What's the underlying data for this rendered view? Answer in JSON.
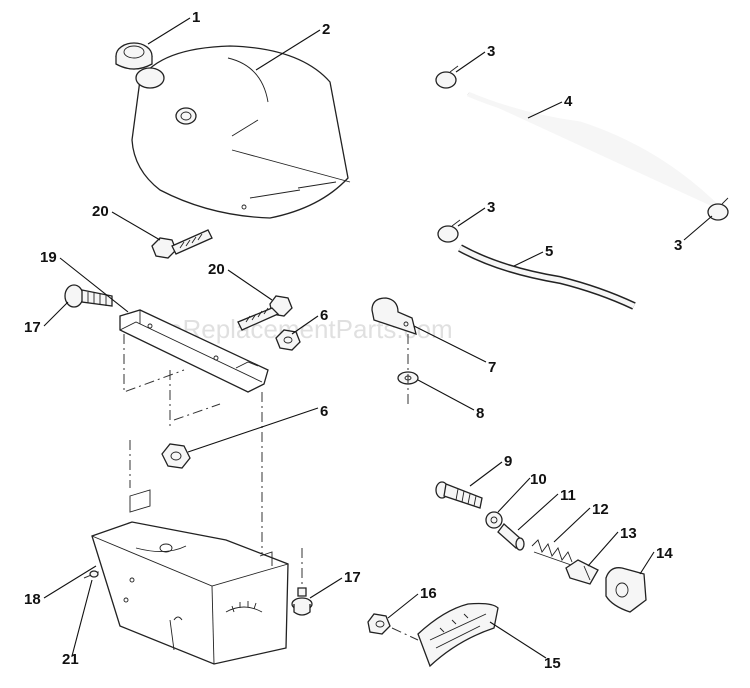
{
  "watermark": "eReplacementParts.com",
  "callouts": {
    "c1": "1",
    "c2": "2",
    "c3a": "3",
    "c3b": "3",
    "c3c": "3",
    "c4": "4",
    "c5": "5",
    "c6a": "6",
    "c6b": "6",
    "c7": "7",
    "c8": "8",
    "c9": "9",
    "c10": "10",
    "c11": "11",
    "c12": "12",
    "c13": "13",
    "c14": "14",
    "c15": "15",
    "c16": "16",
    "c17a": "17",
    "c17b": "17",
    "c18": "18",
    "c19": "19",
    "c20a": "20",
    "c20b": "20",
    "c21": "21"
  }
}
